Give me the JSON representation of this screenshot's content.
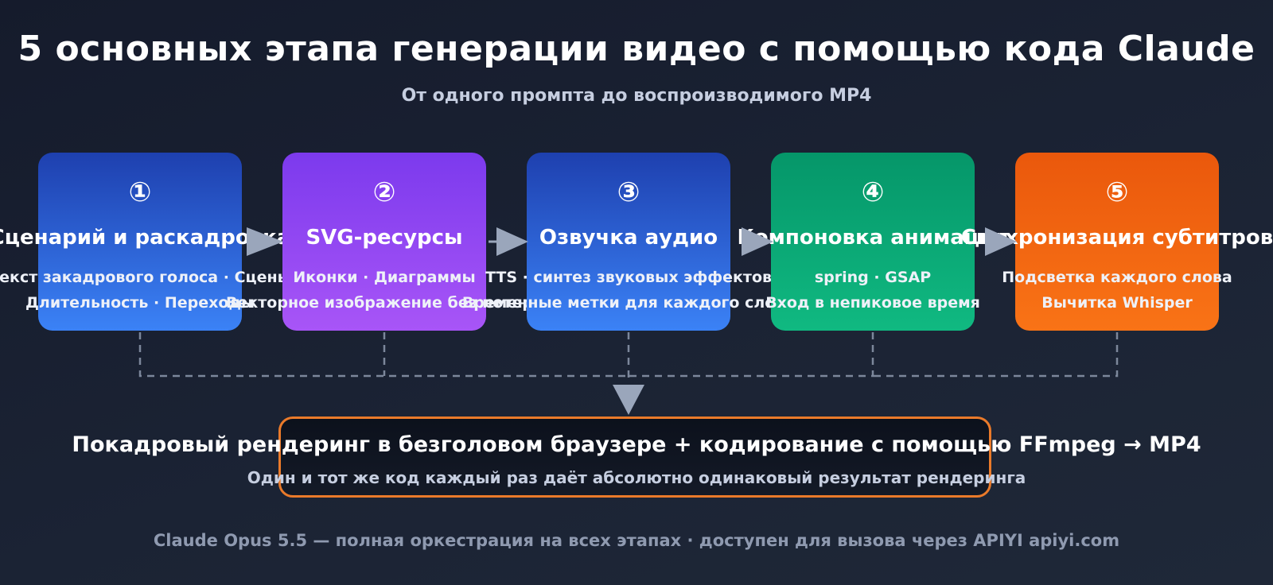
{
  "header": {
    "title": "5 основных этапа генерации видео с помощью кода Claude",
    "subtitle": "От одного промпта до воспроизводимого MP4"
  },
  "stages": [
    {
      "number": "①",
      "title": "Сценарий и раскадровка",
      "line1": "Текст закадрового голоса · Сцены",
      "line2": "Длительность · Переходы",
      "color": "#3b82f6"
    },
    {
      "number": "②",
      "title": "SVG-ресурсы",
      "line1": "Иконки · Диаграммы",
      "line2": "Векторное изображение без потерь",
      "color": "#a855f7"
    },
    {
      "number": "③",
      "title": "Озвучка аудио",
      "line1": "TTS · синтез звуковых эффектов",
      "line2": "Временные метки для каждого слова",
      "color": "#3b82f6"
    },
    {
      "number": "④",
      "title": "Компоновка анимации",
      "line1": "spring · GSAP",
      "line2": "Вход в непиковое время",
      "color": "#10b981"
    },
    {
      "number": "⑤",
      "title": "Синхронизация субтитров",
      "line1": "Подсветка каждого слова",
      "line2": "Вычитка Whisper",
      "color": "#f97316"
    }
  ],
  "render": {
    "title": "Покадровый рендеринг в безголовом браузере + кодирование с помощью FFmpeg → MP4",
    "subtitle": "Один и тот же код каждый раз даёт абсолютно одинаковый результат рендеринга",
    "border_color": "#ea7a2a"
  },
  "footer": {
    "text": "Claude Opus 5.5 — полная оркестрация на всех этапах · доступен для вызова через APIYI apiyi.com"
  },
  "colors": {
    "connector": "#7c879b",
    "arrow": "#9aa6bb"
  }
}
